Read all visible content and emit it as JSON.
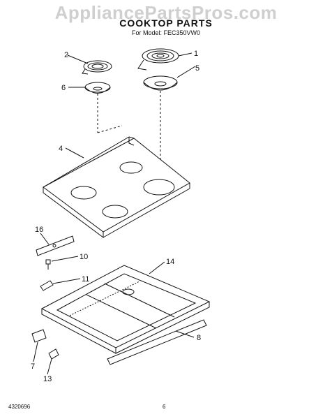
{
  "watermark": "AppliancePartsPros.com",
  "title": "COOKTOP PARTS",
  "subtitle": "For Model: FEC350VW0",
  "callouts": [
    "1",
    "2",
    "4",
    "5",
    "6",
    "7",
    "8",
    "10",
    "11",
    "13",
    "14",
    "16"
  ],
  "footer": {
    "doc_number": "4320696",
    "page": "6"
  }
}
